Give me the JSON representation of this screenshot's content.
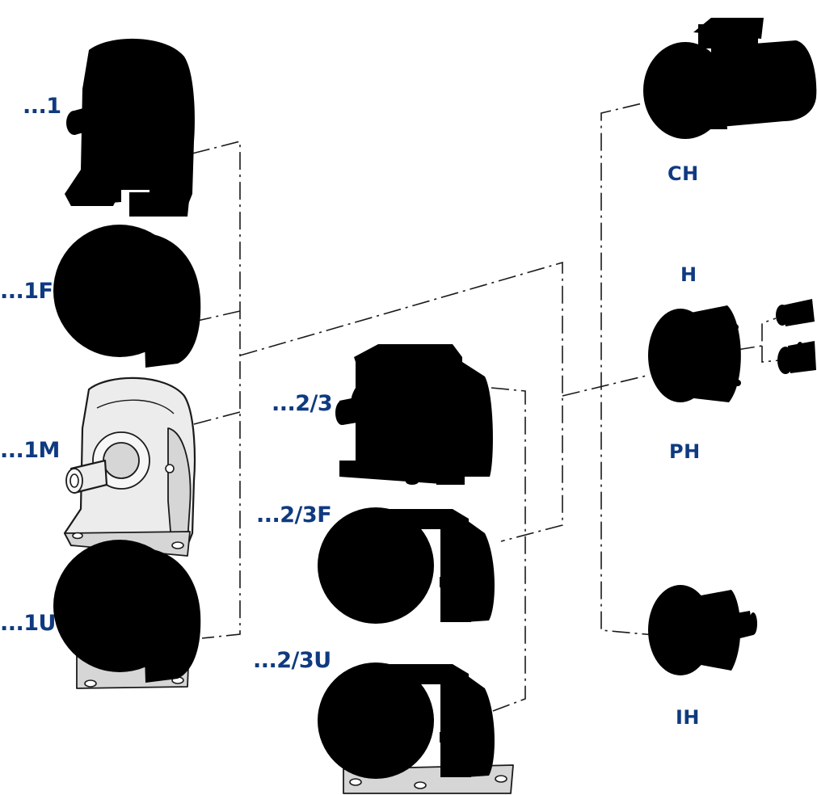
{
  "colors": {
    "label": "#0f3a80",
    "line": "#1a1a1a"
  },
  "labels": {
    "foot_1": "...1",
    "flange_1": "...1F",
    "foot_1m": "...1M",
    "foot_1u": "...1U",
    "foot_23": "...2/3",
    "flange_23": "...2/3F",
    "foot_23u": "...2/3U",
    "motor_ch": "CH",
    "input_h": "H",
    "input_ph": "PH",
    "input_ih": "IH"
  }
}
